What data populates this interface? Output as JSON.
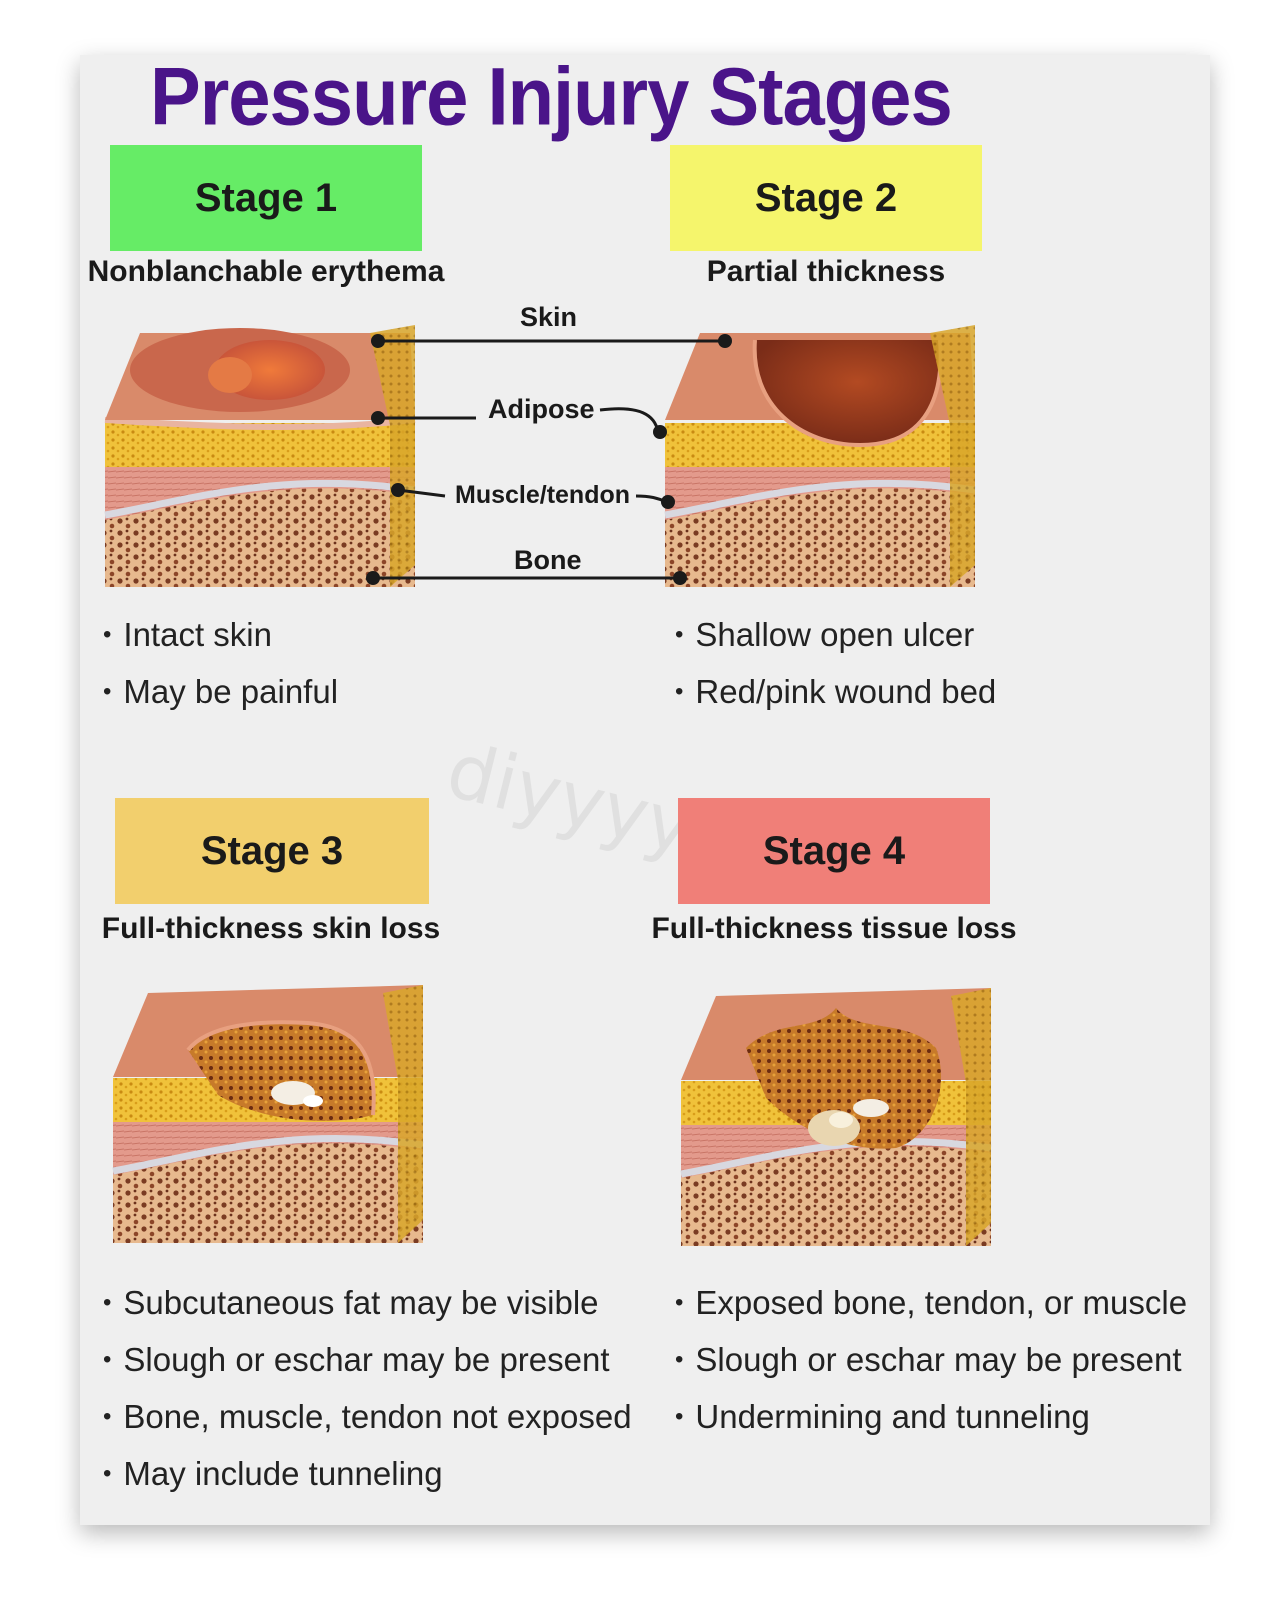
{
  "title": "Pressure Injury Stages",
  "watermark": "diyyyyy",
  "layers": {
    "skin": "Skin",
    "adipose": "Adipose",
    "muscle": "Muscle/tendon",
    "bone": "Bone"
  },
  "stages": [
    {
      "label": "Stage 1",
      "color": "#66ec66",
      "subtitle": "Nonblanchable erythema",
      "bullets": [
        "Intact skin",
        "May be painful"
      ]
    },
    {
      "label": "Stage 2",
      "color": "#f5f56c",
      "subtitle": "Partial thickness",
      "bullets": [
        "Shallow open ulcer",
        "Red/pink wound bed"
      ]
    },
    {
      "label": "Stage 3",
      "color": "#f2cf6d",
      "subtitle": "Full-thickness skin loss",
      "bullets": [
        "Subcutaneous fat may be visible",
        "Slough or eschar may be present",
        "Bone, muscle, tendon not exposed",
        "May include tunneling"
      ]
    },
    {
      "label": "Stage 4",
      "color": "#f07f78",
      "subtitle": "Full-thickness tissue loss",
      "bullets": [
        "Exposed bone, tendon, or muscle",
        "Slough or eschar may be present",
        "Undermining and tunneling"
      ]
    }
  ]
}
